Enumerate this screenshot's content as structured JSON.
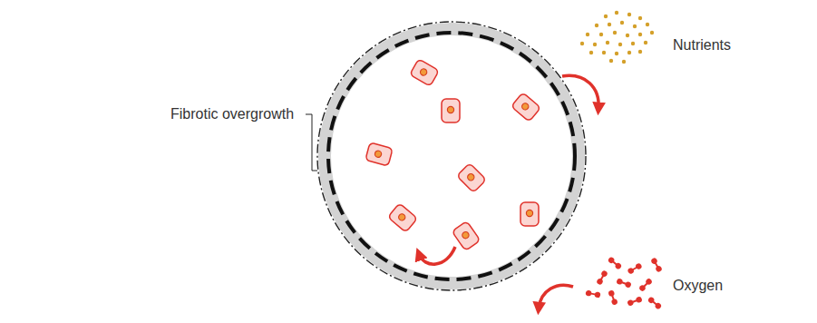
{
  "diagram": {
    "labels": [
      "Fibrotic overgrowth",
      "Nutrients",
      "Oxygen"
    ]
  }
}
